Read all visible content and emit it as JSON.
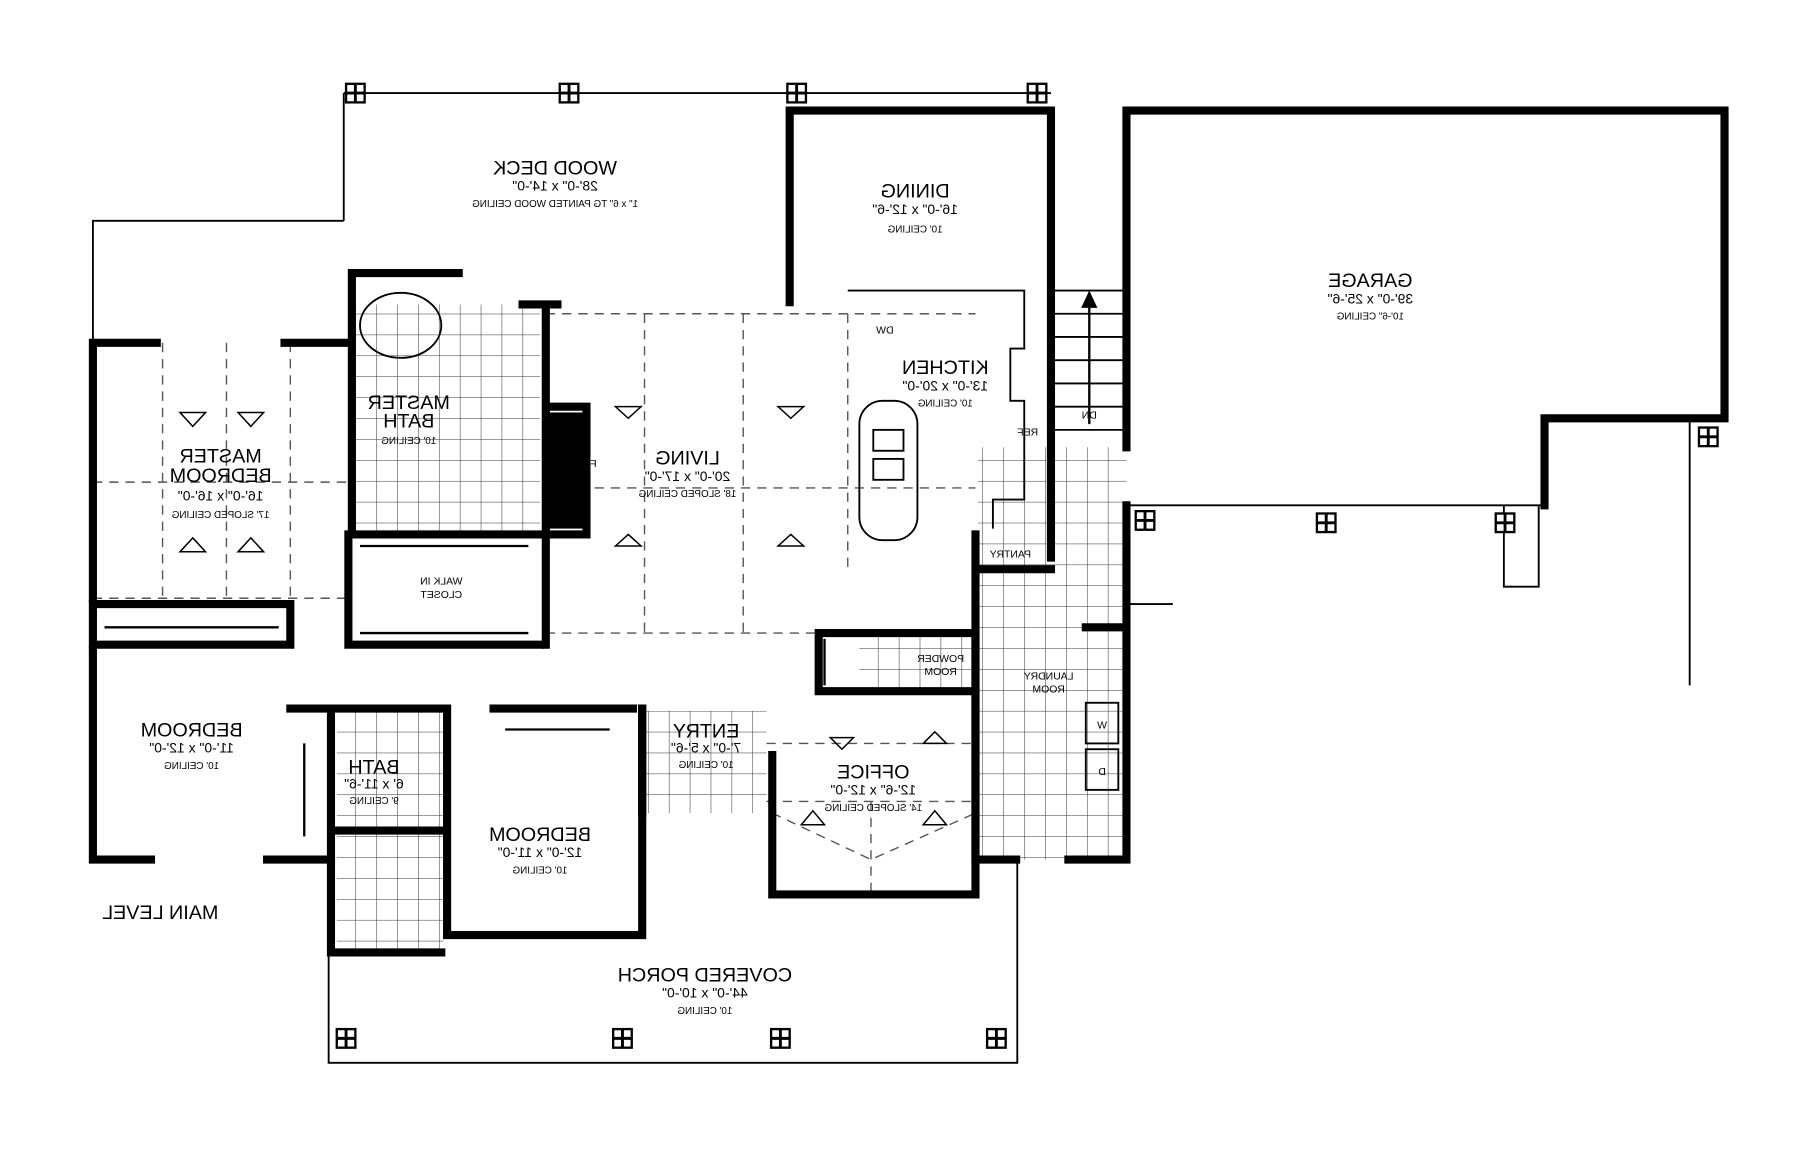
{
  "plan_title": "MAIN LEVEL",
  "text_mirrored": true,
  "rooms": {
    "wood_deck": {
      "name": "WOOD DECK",
      "dims": "28'-0\" x 14'-0\"",
      "ceiling": "1\" x 6\" TG PAINTED WOOD CEILING"
    },
    "dining": {
      "name": "DINING",
      "dims": "16'-0\" x 12'-6\"",
      "ceiling": "10' CEILING"
    },
    "garage": {
      "name": "GARAGE",
      "dims": "39'-0\" x 25'-6\"",
      "ceiling": "10'-6\" CEILING"
    },
    "kitchen": {
      "name": "KITCHEN",
      "dims": "13'-0\" x 20'-0\"",
      "ceiling": "10' CEILING"
    },
    "master_bath": {
      "name": "MASTER",
      "name2": "BATH",
      "ceiling": "10' CEILING"
    },
    "master_bedroom": {
      "name": "MASTER",
      "name2": "BEDROOM",
      "dims": "16'-0\" x 16'-0\"",
      "ceiling": "17' SLOPED CEILING"
    },
    "living": {
      "name": "LIVING",
      "dims": "20'-0\" x 17'-0\"",
      "ceiling": "18' SLOPED CEILING"
    },
    "walk_in_closet": {
      "name": "WALK IN",
      "name2": "CLOSET"
    },
    "bedroom_left": {
      "name": "BEDROOM",
      "dims": "11'-0\" x 12'-0\"",
      "ceiling": "10' CEILING"
    },
    "bath": {
      "name": "BATH",
      "dims": "6' x 11'-6\"",
      "ceiling": "9' CEILING"
    },
    "bedroom_mid": {
      "name": "BEDROOM",
      "dims": "12'-0\" x 11'-0\"",
      "ceiling": "10' CEILING"
    },
    "entry": {
      "name": "ENTRY",
      "dims": "7'-0\" x 5'-6\"",
      "ceiling": "10' CEILING"
    },
    "office": {
      "name": "OFFICE",
      "dims": "12'-6\" x 12'-0\"",
      "ceiling": "14' SLOPED CEILING"
    },
    "powder_room": {
      "name": "POWDER",
      "name2": "ROOM"
    },
    "laundry_room": {
      "name": "LAUNDRY",
      "name2": "ROOM"
    },
    "covered_porch": {
      "name": "COVERED PORCH",
      "dims": "44'-0\" x 10'-0\"",
      "ceiling": "10' CEILING"
    }
  },
  "fixtures": {
    "pantry": "PANTRY",
    "refrigerator": "REF",
    "stairs_down": "DN",
    "dishwasher": "DW",
    "fireplace": "FP",
    "washer": "W",
    "dryer": "D"
  }
}
